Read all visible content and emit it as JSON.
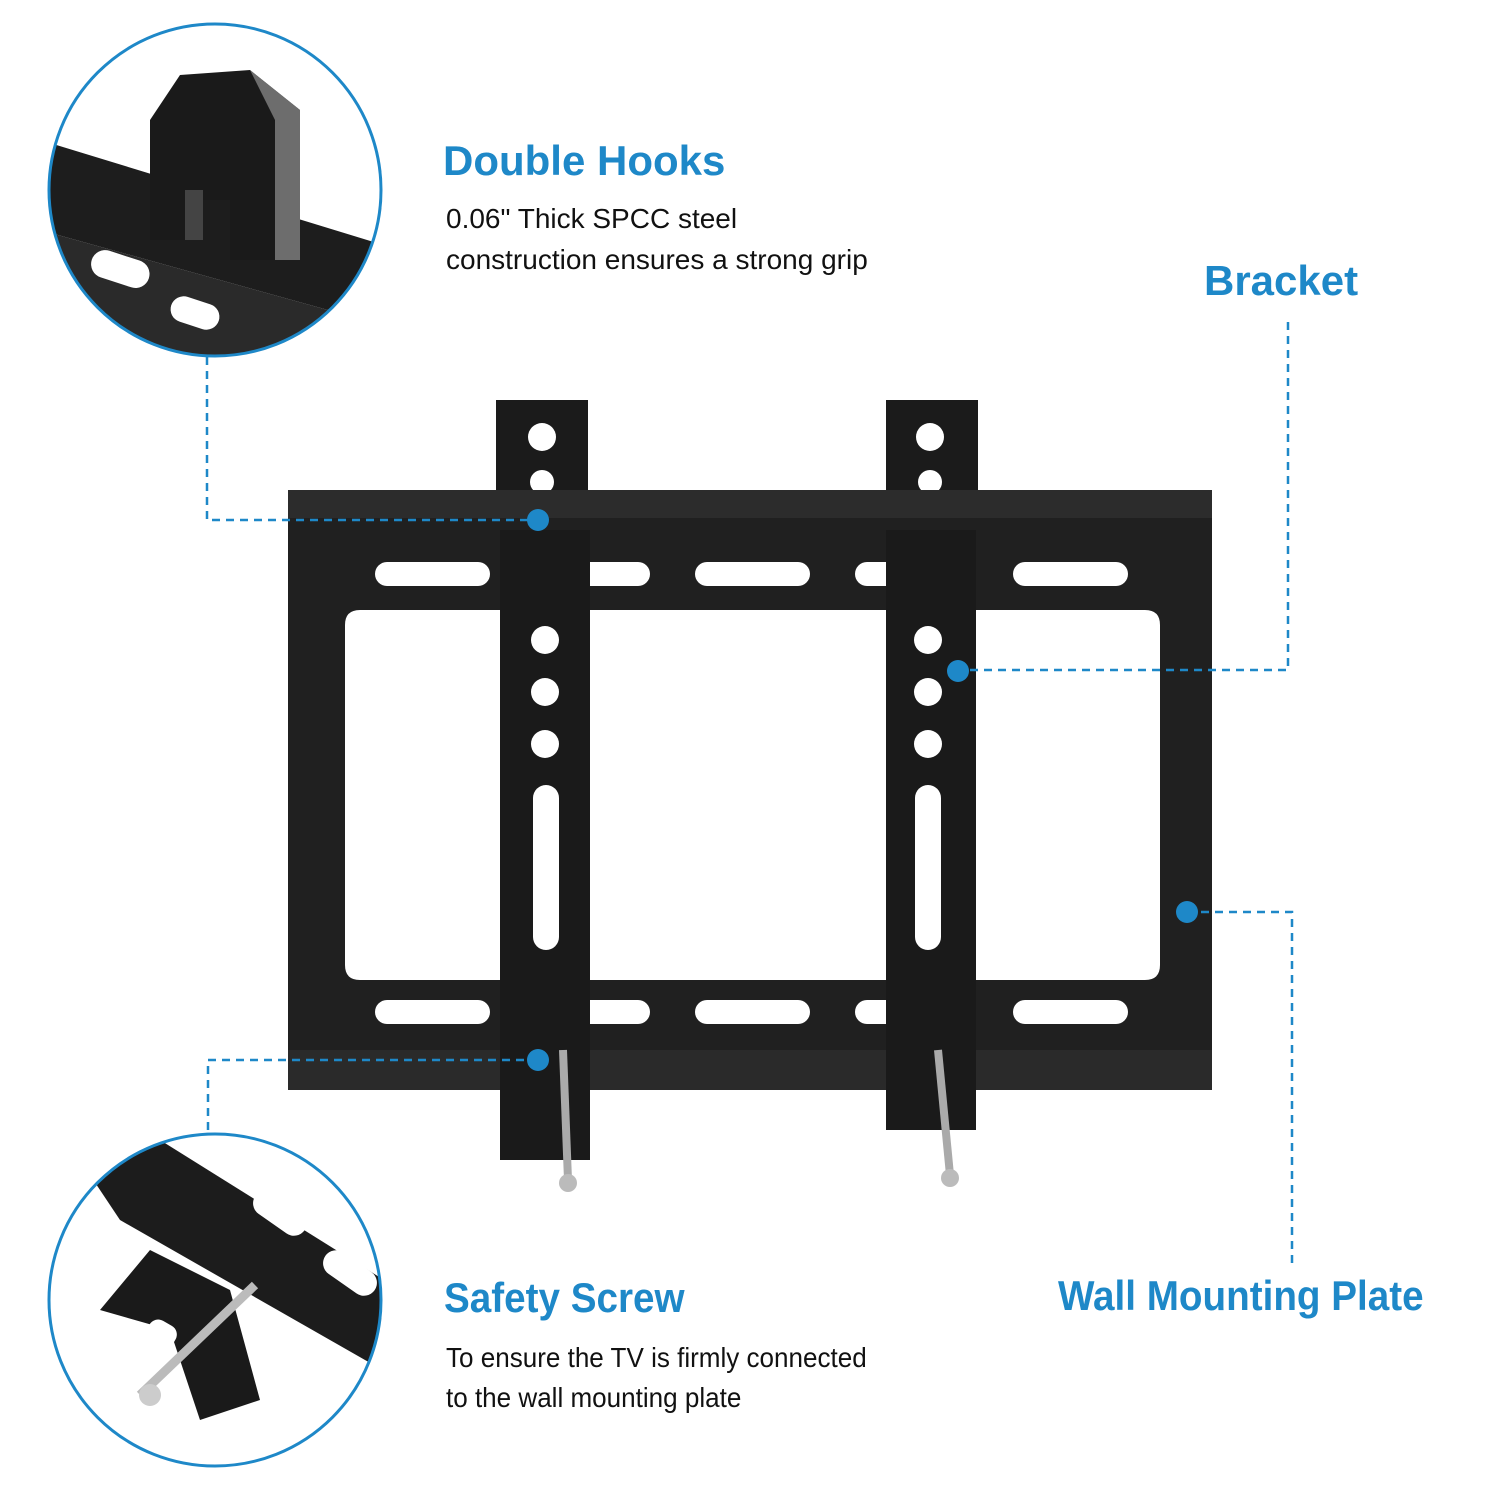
{
  "accent_color": "#1e88c8",
  "callouts": {
    "double_hooks": {
      "title": "Double Hooks",
      "desc_line1": "0.06\" Thick SPCC steel",
      "desc_line2": "construction ensures a strong grip"
    },
    "bracket": {
      "title": "Bracket"
    },
    "safety_screw": {
      "title": "Safety Screw",
      "desc_line1": "To ensure the TV is firmly connected",
      "desc_line2": "to the wall mounting plate"
    },
    "wall_plate": {
      "title": "Wall Mounting Plate"
    }
  }
}
